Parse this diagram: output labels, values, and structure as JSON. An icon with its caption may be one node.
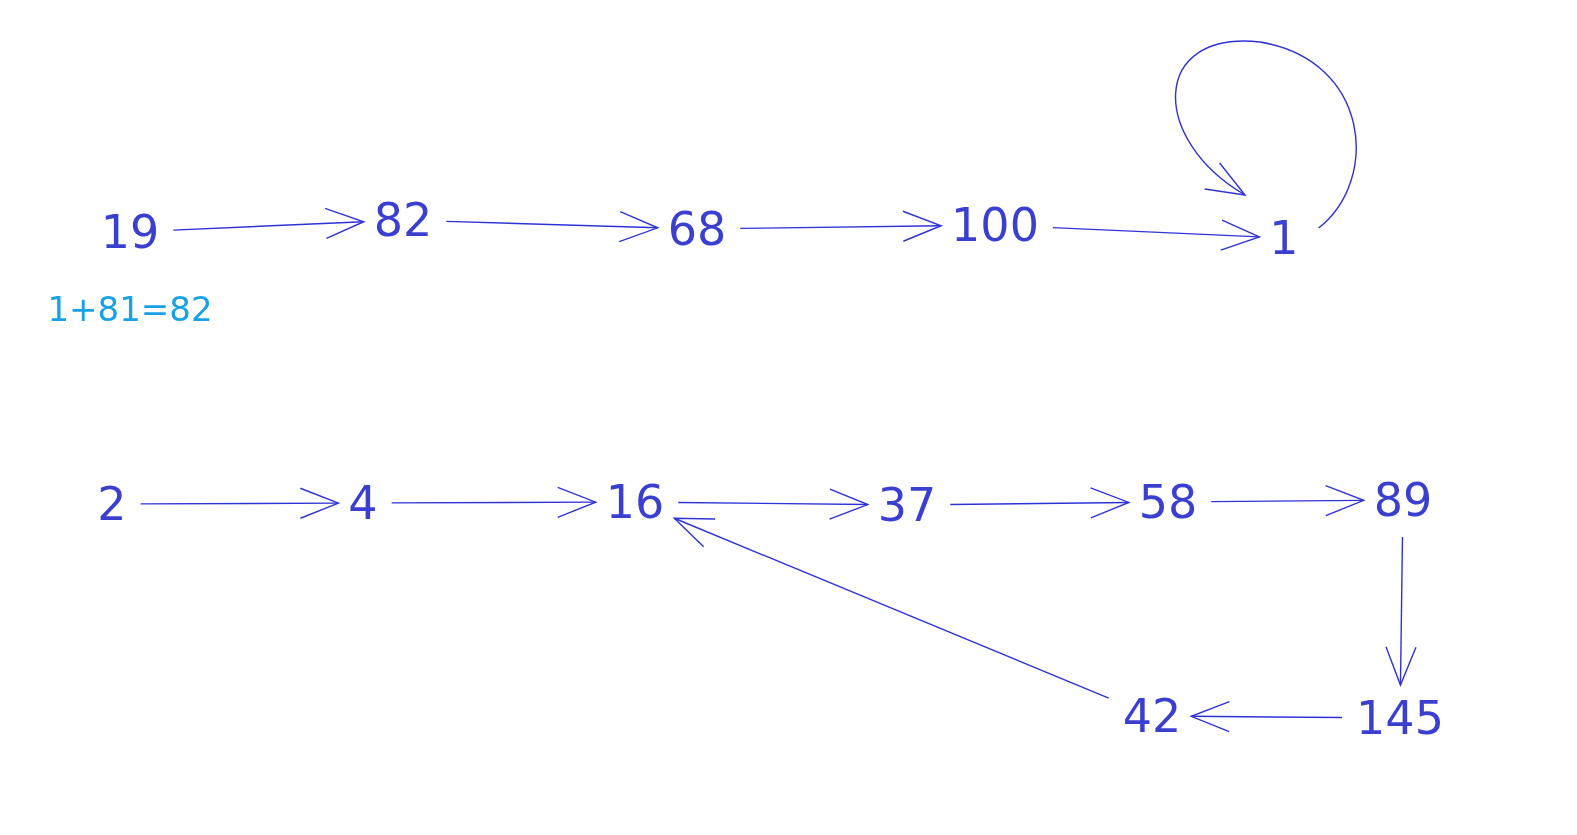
{
  "diagram": {
    "nodes": [
      {
        "text": [
          "19"
        ]
      },
      {
        "text": [
          "82"
        ]
      },
      {
        "text": [
          "68"
        ]
      },
      {
        "text": [
          "100"
        ]
      },
      {
        "text": [
          "1"
        ]
      },
      {
        "text": [
          "2"
        ]
      },
      {
        "text": [
          "4"
        ]
      },
      {
        "text": [
          "16"
        ]
      },
      {
        "text": [
          "37"
        ]
      },
      {
        "text": [
          "58"
        ]
      },
      {
        "text": [
          "89"
        ]
      },
      {
        "text": [
          "145"
        ]
      },
      {
        "text": [
          "42"
        ]
      }
    ],
    "edges": [
      {
        "from": 0,
        "to": 1,
        "arrow": "to"
      },
      {
        "from": 1,
        "to": 2,
        "arrow": "to"
      },
      {
        "from": 2,
        "to": 3,
        "arrow": "to"
      },
      {
        "from": 3,
        "to": 4,
        "arrow": "to"
      },
      {
        "from": 4,
        "to": 4,
        "arrow": "to"
      },
      {
        "from": 5,
        "to": 6,
        "arrow": "to"
      },
      {
        "from": 6,
        "to": 7,
        "arrow": "to"
      },
      {
        "from": 7,
        "to": 8,
        "arrow": "to"
      },
      {
        "from": 8,
        "to": 9,
        "arrow": "to"
      },
      {
        "from": 9,
        "to": 10,
        "arrow": "to"
      },
      {
        "from": 10,
        "to": 11,
        "arrow": "to"
      },
      {
        "from": 11,
        "to": 12,
        "arrow": "to"
      },
      {
        "from": 12,
        "to": 7,
        "arrow": "to"
      }
    ],
    "labels": [
      "1+81=82"
    ]
  }
}
